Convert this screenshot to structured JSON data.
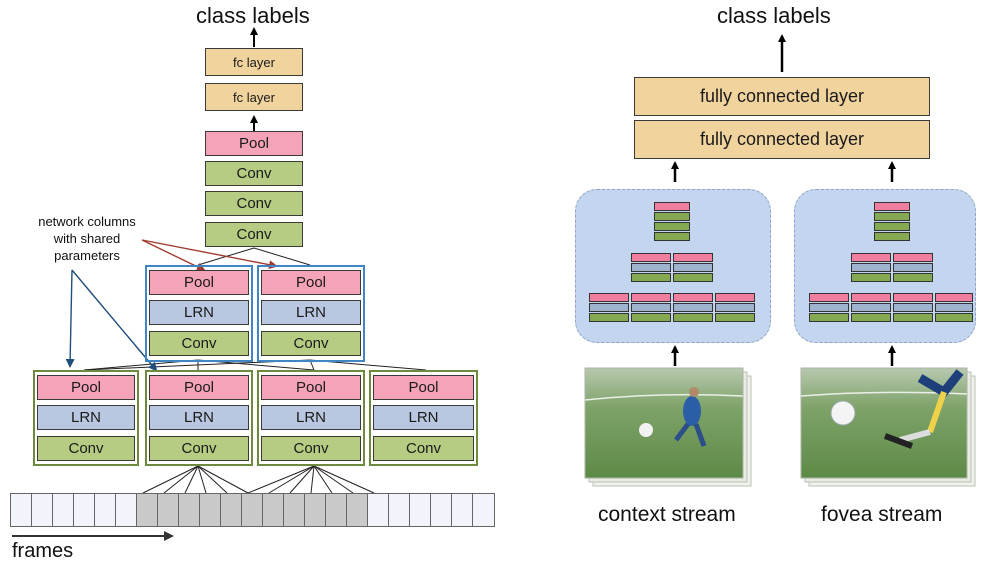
{
  "left": {
    "output_label": "class labels",
    "frames_label": "frames",
    "note_lines": [
      "network columns",
      "with shared",
      "parameters"
    ],
    "fc_labels": [
      "fc layer",
      "fc layer"
    ],
    "pool_label": "Pool",
    "conv_label": "Conv",
    "lrn_label": "LRN"
  },
  "right": {
    "output_label": "class labels",
    "fc_labels": [
      "fully connected layer",
      "fully connected layer"
    ],
    "streams": [
      {
        "caption": "context stream"
      },
      {
        "caption": "fovea stream"
      }
    ]
  },
  "colors": {
    "pool": "#f5a3b8",
    "lrn": "#b9c8e0",
    "conv": "#b5cc82",
    "fc": "#f1d39d",
    "column_border": "#6e8a3c",
    "shared_border": "#3f86c7",
    "stream_bg": "#c3d5ef",
    "note_arrow_red": "#a23b2f",
    "note_arrow_blue": "#1f4e7a"
  }
}
